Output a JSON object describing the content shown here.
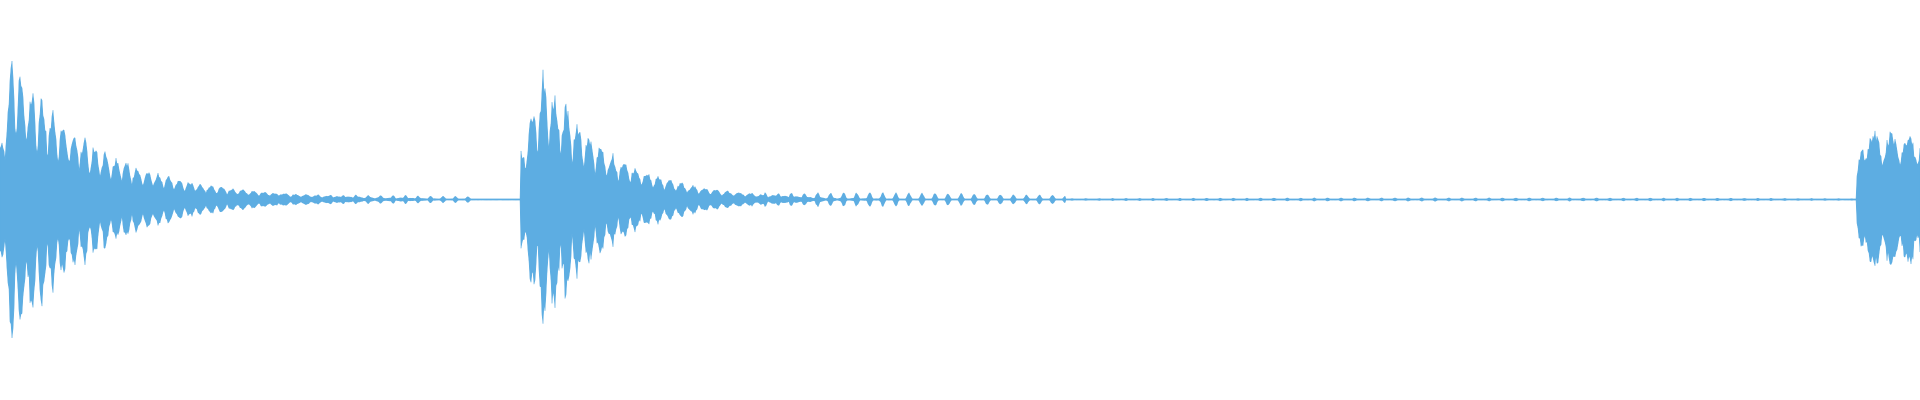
{
  "waveform": {
    "color": "#5dade2",
    "background": "#ffffff",
    "amplitude_scale": 1.0,
    "baseline_amplitude": 0.004,
    "bursts": [
      {
        "start": 0.0,
        "attack": 0.006,
        "peak": 1.0,
        "decay": 0.045,
        "osc_period": 0.0055,
        "ripple": 0.55
      },
      {
        "start": 0.271,
        "attack": 0.012,
        "peak": 0.91,
        "decay": 0.035,
        "osc_period": 0.006,
        "ripple": 0.55
      },
      {
        "start": 0.967,
        "attack": 0.003,
        "peak": 0.48,
        "decay": 0.5,
        "osc_period": 0.009,
        "ripple": 0.45
      }
    ],
    "pulse_trains": [
      {
        "start": 0.065,
        "end": 0.245,
        "amplitude": 0.035,
        "spacing": 0.0065
      },
      {
        "start": 0.3,
        "end": 0.555,
        "amplitude": 0.05,
        "spacing": 0.0068
      },
      {
        "start": 0.555,
        "end": 0.965,
        "amplitude": 0.012,
        "spacing": 0.007
      }
    ]
  }
}
